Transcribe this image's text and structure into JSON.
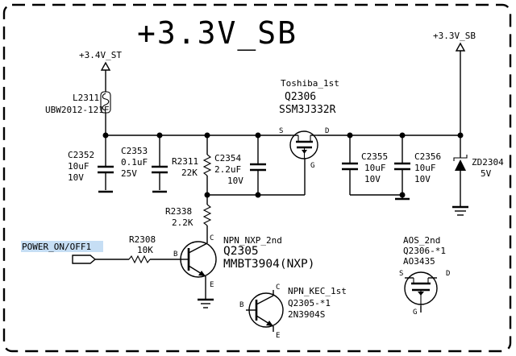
{
  "title": "+3.3V_SB",
  "rails": {
    "input": "+3.4V_ST",
    "output": "+3.3V_SB"
  },
  "net_label": "POWER_ON/OFF1",
  "inductor": {
    "ref": "L2311",
    "value": "UBW2012-121F"
  },
  "capacitors": [
    {
      "ref": "C2352",
      "value": "10uF",
      "voltage": "10V"
    },
    {
      "ref": "C2353",
      "value": "0.1uF",
      "voltage": "25V"
    },
    {
      "ref": "C2354",
      "value": "2.2uF",
      "voltage": "10V"
    },
    {
      "ref": "C2355",
      "value": "10uF",
      "voltage": "10V"
    },
    {
      "ref": "C2356",
      "value": "10uF",
      "voltage": "10V"
    }
  ],
  "resistors": [
    {
      "ref": "R2311",
      "value": "22K"
    },
    {
      "ref": "R2338",
      "value": "2.2K"
    },
    {
      "ref": "R2308",
      "value": "10K"
    }
  ],
  "mosfet_main": {
    "brand": "Toshiba_1st",
    "ref": "Q2306",
    "part": "SSM3J332R",
    "pin_s": "S",
    "pin_d": "D",
    "pin_g": "G"
  },
  "mosfet_alt": {
    "brand": "AOS_2nd",
    "ref": "Q2306-*1",
    "part": "AO3435",
    "pin_s": "S",
    "pin_d": "D",
    "pin_g": "G"
  },
  "transistor_main": {
    "brand": "NPN_NXP_2nd",
    "ref": "Q2305",
    "part": "MMBT3904(NXP)",
    "pin_b": "B",
    "pin_c": "C",
    "pin_e": "E"
  },
  "transistor_alt": {
    "brand": "NPN_KEC_1st",
    "ref": "Q2305-*1",
    "part": "2N3904S",
    "pin_b": "B",
    "pin_c": "C",
    "pin_e": "E"
  },
  "zener": {
    "ref": "ZD2304",
    "value": "5V"
  }
}
